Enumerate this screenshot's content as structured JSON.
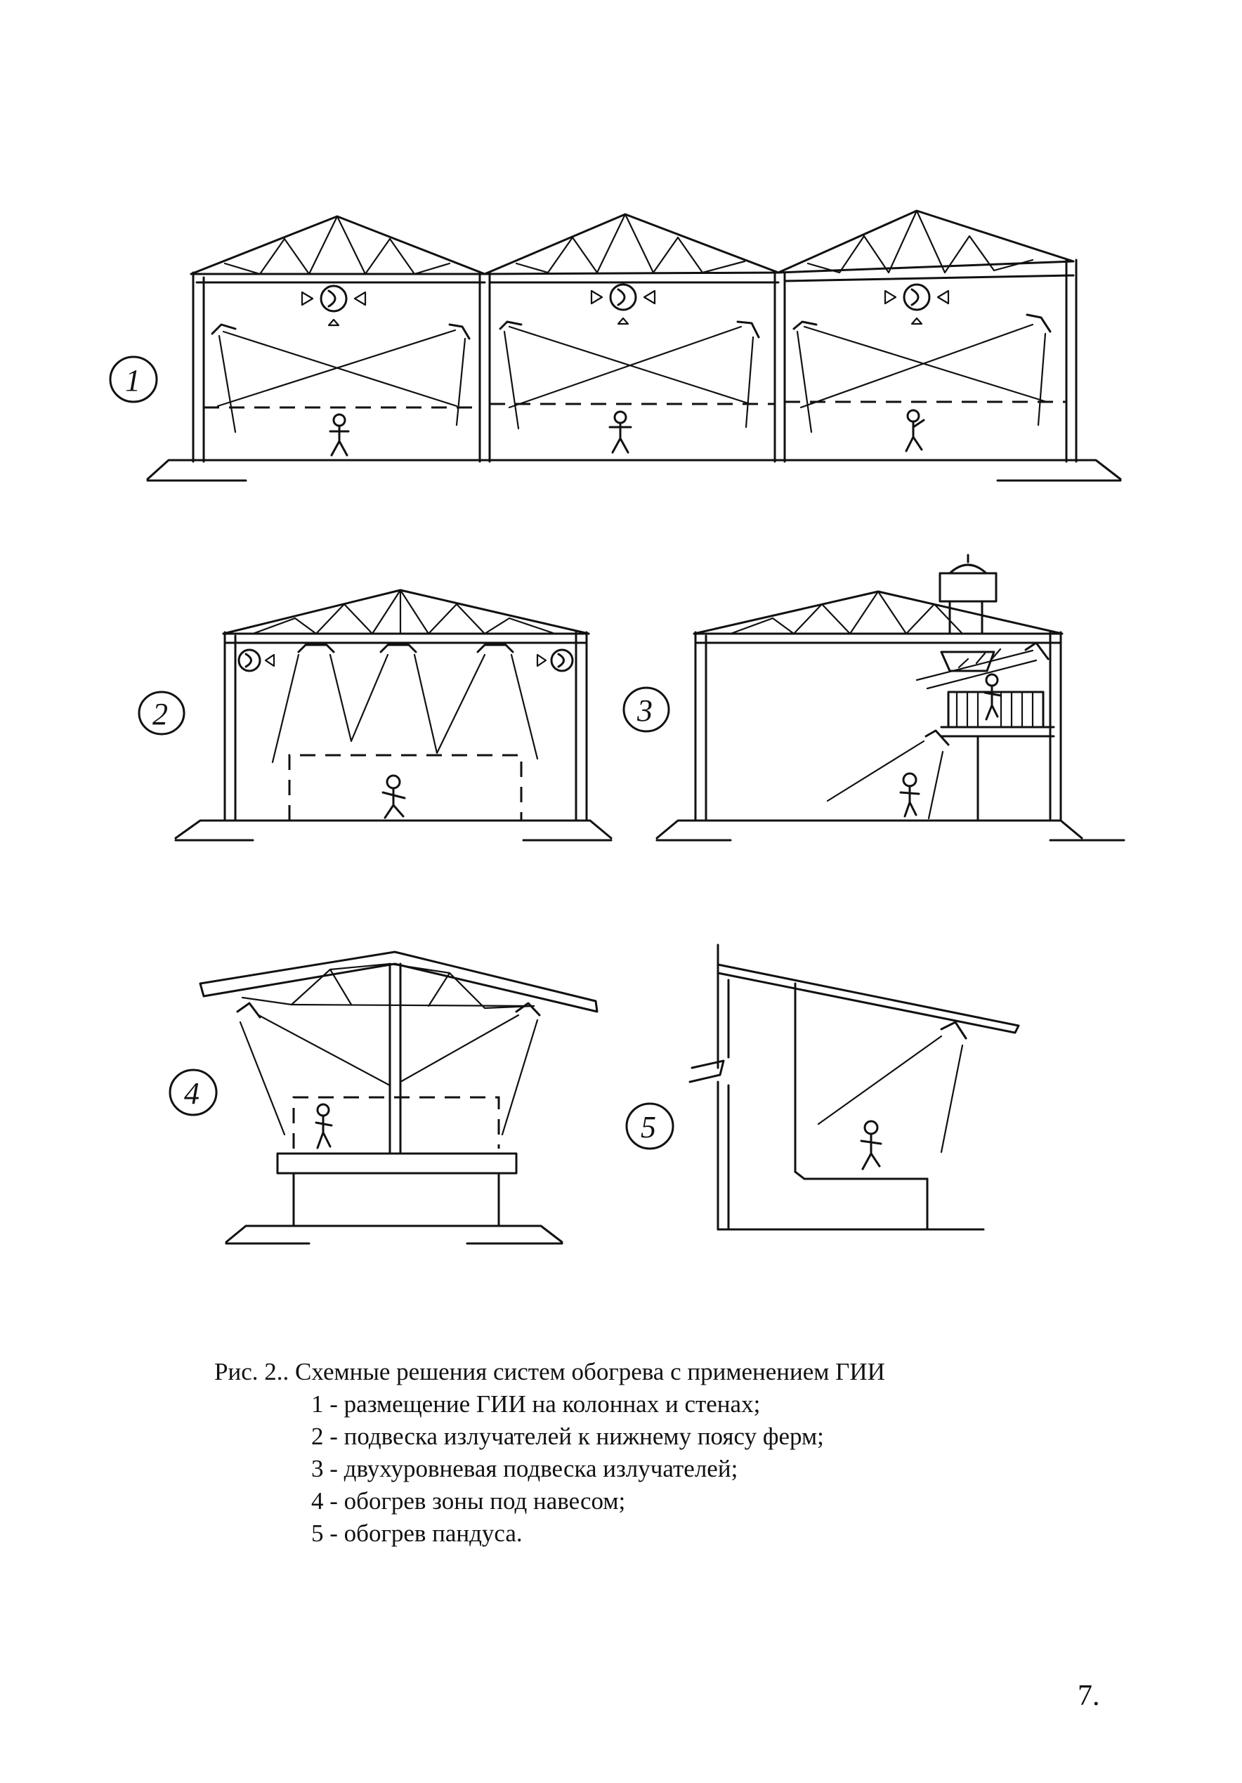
{
  "figure": {
    "caption_title": "Рис. 2.. Схемные решения систем обогрева с применением ГИИ",
    "items": [
      "1 - размещение ГИИ на колоннах и стенах;",
      "2 - подвеска излучателей к нижнему поясу ферм;",
      "3 - двухуровневая подвеска излучателей;",
      "4 - обогрев зоны под навесом;",
      "5 - обогрев пандуса."
    ]
  },
  "schemes": [
    {
      "label": "1"
    },
    {
      "label": "2"
    },
    {
      "label": "3"
    },
    {
      "label": "4"
    },
    {
      "label": "5"
    }
  ],
  "page_number": "7."
}
